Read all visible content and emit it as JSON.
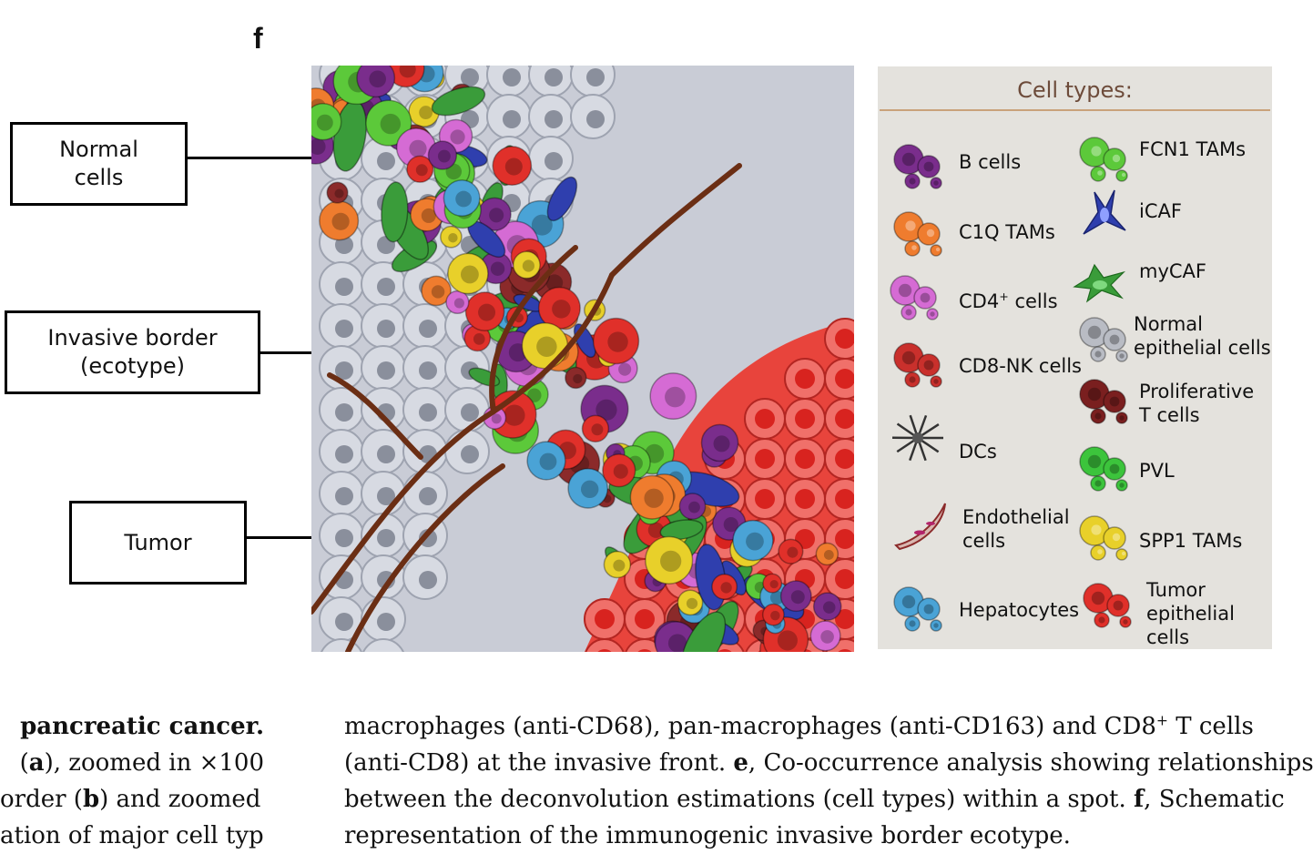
{
  "panel_label": "f",
  "callouts": {
    "normal": "Normal\ncells",
    "invasive": "Invasive border\n(ecotype)",
    "tumor": "Tumor"
  },
  "legend": {
    "title": "Cell types:",
    "left_items": [
      {
        "label": "B cells",
        "icon": "b-cells-icon",
        "color": "#7a2d8c"
      },
      {
        "label": "C1Q TAMs",
        "icon": "c1q-tams-icon",
        "color": "#ef7c2e"
      },
      {
        "label": "CD4",
        "sup": "+",
        "suffix": " cells",
        "icon": "cd4-cells-icon",
        "color": "#d56bd4"
      },
      {
        "label": "CD8-NK cells",
        "icon": "cd8-nk-cells-icon",
        "color": "#c9302c"
      },
      {
        "label": "DCs",
        "icon": "dcs-icon",
        "color": "#333333"
      },
      {
        "label": "Endothelial\ncells",
        "icon": "endothelial-cells-icon",
        "color": "#8b2a2a"
      },
      {
        "label": "Hepatocytes",
        "icon": "hepatocytes-icon",
        "color": "#4aa3d6"
      }
    ],
    "right_items": [
      {
        "label": "FCN1 TAMs",
        "icon": "fcn1-tams-icon",
        "color": "#5cc93a"
      },
      {
        "label": "iCAF",
        "icon": "icaf-icon",
        "color": "#2f3fae"
      },
      {
        "label": "myCAF",
        "icon": "mycaf-icon",
        "color": "#3a9c3a"
      },
      {
        "label": "Normal\nepithelial cells",
        "icon": "normal-epithelial-cells-icon",
        "color": "#b9bcc4"
      },
      {
        "label": "Proliferative\nT cells",
        "icon": "proliferative-t-cells-icon",
        "color": "#7a1f1f"
      },
      {
        "label": "PVL",
        "icon": "pvl-icon",
        "color": "#3cc43c"
      },
      {
        "label": "SPP1 TAMs",
        "icon": "spp1-tams-icon",
        "color": "#e8d02a"
      },
      {
        "label": "Tumor\nepithelial\ncells",
        "icon": "tumor-epithelial-cells-icon",
        "color": "#e0302a"
      }
    ]
  },
  "caption_left": [
    {
      "parts": [
        {
          "b": "pancreatic cancer."
        }
      ]
    },
    {
      "parts": [
        {
          "t": "("
        },
        {
          "b": "a"
        },
        {
          "t": "), zoomed in ×100"
        }
      ]
    },
    {
      "parts": [
        {
          "t": "order ("
        },
        {
          "b": "b"
        },
        {
          "t": ") and zoomed in"
        }
      ]
    },
    {
      "parts": [
        {
          "t": "ation of major cell types"
        }
      ]
    }
  ],
  "caption_right": [
    {
      "parts": [
        {
          "t": "macrophages (anti-CD68), pan-macrophages (anti-CD163) and CD8"
        },
        {
          "sup": "+"
        },
        {
          "t": " T cells"
        }
      ]
    },
    {
      "parts": [
        {
          "t": "(anti-CD8) at the invasive front. "
        },
        {
          "b": "e"
        },
        {
          "t": ", Co-occurrence analysis showing relationships"
        }
      ]
    },
    {
      "parts": [
        {
          "t": "between the deconvolution estimations (cell types) within a spot. "
        },
        {
          "b": "f"
        },
        {
          "t": ", Schematic"
        }
      ]
    },
    {
      "parts": [
        {
          "t": "representation of the immunogenic invasive border ecotype."
        }
      ]
    }
  ]
}
